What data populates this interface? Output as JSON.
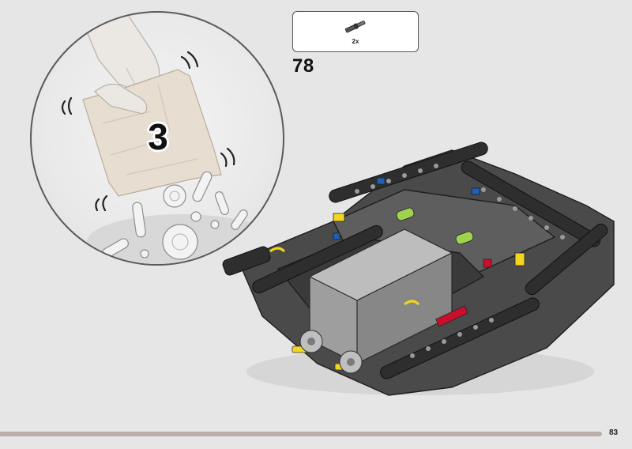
{
  "bag": {
    "number": "3"
  },
  "parts_callout": {
    "items": [
      {
        "icon": "axle-pin-icon",
        "quantity": "2x"
      }
    ]
  },
  "step": {
    "number": "78"
  },
  "page": {
    "number": "83"
  },
  "colors": {
    "background": "#e6e6e6",
    "footer_bar": "#b9aea8",
    "frame_dark": "#3c3c3c",
    "frame_mid": "#5a5a5a",
    "motor_grey": "#9e9e9e",
    "accent_yellow": "#f2d51f",
    "accent_red": "#c8102e",
    "accent_blue": "#1f5fb8",
    "accent_green": "#9fd24f"
  }
}
